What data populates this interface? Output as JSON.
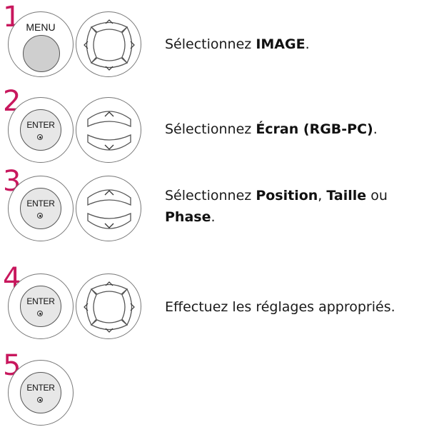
{
  "steps": [
    {
      "number": "1",
      "button_label": "MENU",
      "pad_type": "four-way",
      "text_prefix": "Sélectionnez ",
      "highlight": "IMAGE",
      "text_suffix": "."
    },
    {
      "number": "2",
      "button_label": "ENTER",
      "pad_type": "up-down",
      "text_prefix": "Sélectionnez ",
      "highlight": "Écran (RGB-PC)",
      "text_suffix": "."
    },
    {
      "number": "3",
      "button_label": "ENTER",
      "pad_type": "up-down",
      "text_prefix": "Sélectionnez ",
      "highlight_1": "Position",
      "sep_1": ", ",
      "highlight_2": "Taille",
      "sep_2": " ou ",
      "highlight_3": "Phase",
      "text_suffix": "."
    },
    {
      "number": "4",
      "button_label": "ENTER",
      "pad_type": "four-way",
      "text": "Effectuez les réglages appropriés."
    },
    {
      "number": "5",
      "button_label": "ENTER"
    }
  ],
  "colors": {
    "step_number": "#c8175d",
    "button_face": "#cfcfcf"
  },
  "icons": {
    "enter_symbol": "dot-in-circle-icon",
    "arrows": "chevron-icons"
  }
}
